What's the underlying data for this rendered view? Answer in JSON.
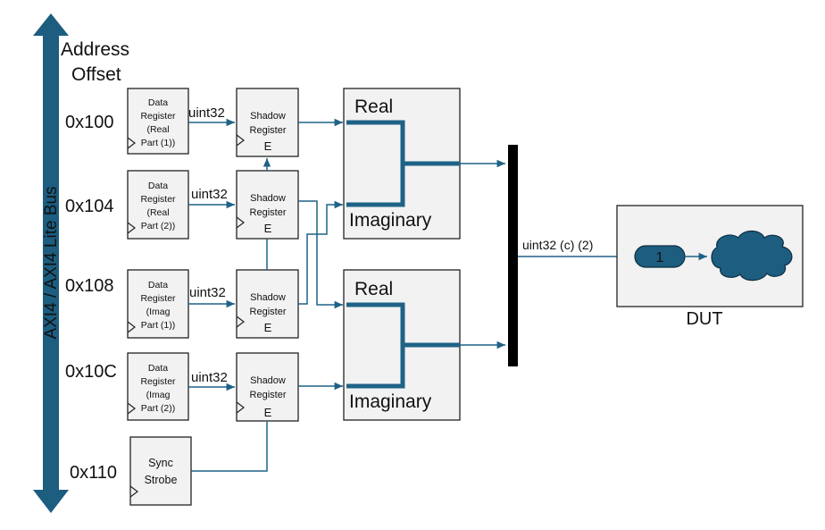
{
  "bus": {
    "label": "AXI4 / AXI4 Lite Bus",
    "color": "#1c5d80"
  },
  "address_header": {
    "line1": "Address",
    "line2": "Offset"
  },
  "offsets": [
    "0x100",
    "0x104",
    "0x108",
    "0x10C",
    "0x110"
  ],
  "data_registers": [
    {
      "lines": [
        "Data",
        "Register",
        "(Real",
        "Part (1))"
      ]
    },
    {
      "lines": [
        "Data",
        "Register",
        "(Real",
        "Part (2))"
      ]
    },
    {
      "lines": [
        "Data",
        "Register",
        "(Imag",
        "Part (1))"
      ]
    },
    {
      "lines": [
        "Data",
        "Register",
        "(Imag",
        "Part (2))"
      ]
    }
  ],
  "sync_strobe": {
    "lines": [
      "Sync",
      "Strobe"
    ]
  },
  "wire_type_labels": [
    "uint32",
    "uint32",
    "uint32",
    "uint32"
  ],
  "shadow_register": {
    "line1": "Shadow",
    "line2": "Register",
    "enable": "E"
  },
  "complex_blocks": [
    {
      "real": "Real",
      "imag": "Imaginary"
    },
    {
      "real": "Real",
      "imag": "Imaginary"
    }
  ],
  "mux_output_label": "uint32 (c) (2)",
  "dut": {
    "label": "DUT",
    "port": "1"
  },
  "colors": {
    "wire": "#1f6287",
    "port_fill": "#1c5d80",
    "cloud_fill": "#1c5d80",
    "box_fill": "#f2f2f2"
  }
}
